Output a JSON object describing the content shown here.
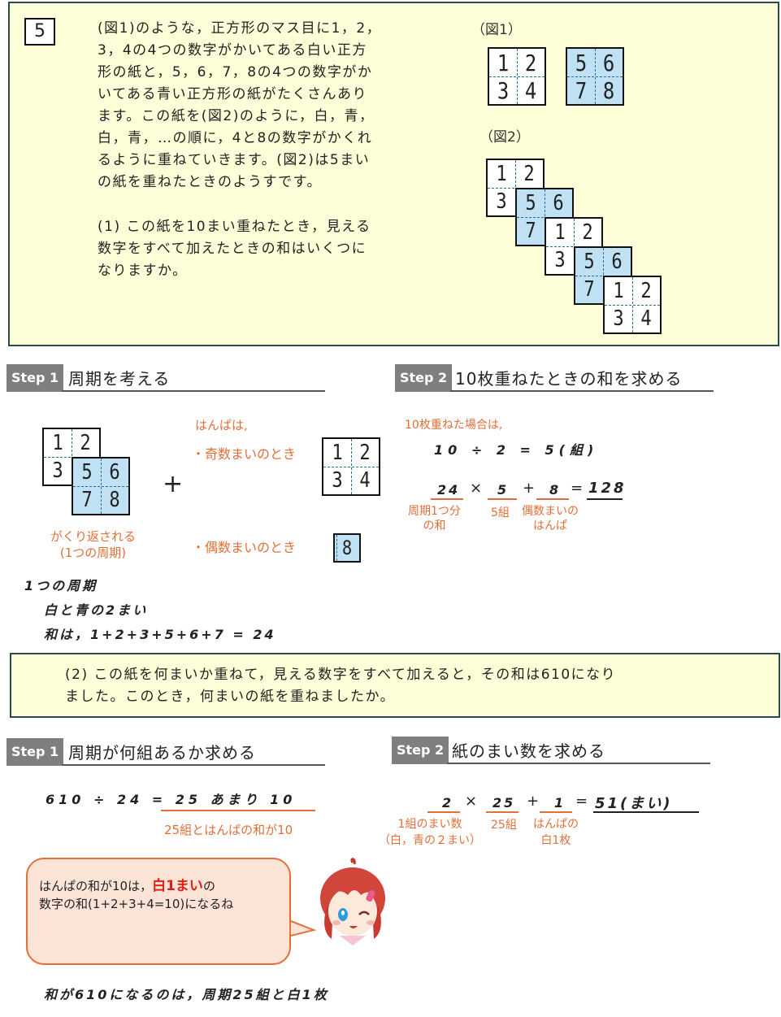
{
  "problem": {
    "number": "5",
    "text_lines": [
      "(図1)のような，正方形のマス目に1，2，",
      "3，4の4つの数字がかいてある白い正方",
      "形の紙と，5，6，7，8の4つの数字がか",
      "いてある青い正方形の紙がたくさんあり",
      "ます。この紙を(図2)のように，白，青，",
      "白，青，…の順に，4と8の数字がかくれ",
      "るように重ねていきます。(図2)は5まい",
      "の紙を重ねたときのようすです。"
    ],
    "q1_lines": [
      "(1) この紙を10まい重ねたとき，見える",
      "数字をすべて加えたときの和はいくつに",
      "なりますか。"
    ],
    "fig1_label": "（図1）",
    "fig2_label": "（図2）",
    "white_card": [
      "1",
      "2",
      "3",
      "4"
    ],
    "blue_card": [
      "5",
      "6",
      "7",
      "8"
    ]
  },
  "part1": {
    "step1": {
      "tag": "Step 1",
      "title": "周期を考える"
    },
    "step2": {
      "tag": "Step 2",
      "title": "10枚重ねたときの和を求める"
    },
    "plus": "+",
    "hanpa_label": "はんぱは,",
    "odd_label": "・奇数まいのとき",
    "even_label": "・偶数まいのとき",
    "repeat_label_1": "がくり返される",
    "repeat_label_2": "(1つの周期)",
    "period_line1": "1つの周期",
    "period_line2": "白と青の2まい",
    "period_line3": "和は，1+2+3+5+6+7 = 24",
    "ten_label": "10枚重ねた場合は,",
    "calc1": "10 ÷ 2 = 5(組)",
    "calc2": {
      "a": "24",
      "op1": "×",
      "b": "5",
      "op2": "+",
      "c": "8",
      "eq": "=",
      "result": "128"
    },
    "note_a_1": "周期1つ分",
    "note_a_2": "の和",
    "note_b": "5組",
    "note_c_1": "偶数まいの",
    "note_c_2": "はんぱ"
  },
  "q2": {
    "lines": [
      "(2) この紙を何まいか重ねて，見える数字をすべて加えると，その和は610になり",
      "ました。このとき，何まいの紙を重ねましたか。"
    ]
  },
  "part2": {
    "step1": {
      "tag": "Step 1",
      "title": "周期が何組あるか求める"
    },
    "step2": {
      "tag": "Step 2",
      "title": "紙のまい数を求める"
    },
    "calc1": "610 ÷ 24 = 25 あまり 10",
    "calc1_note": "25組とはんぱの和が10",
    "calc2": {
      "a": "2",
      "op1": "×",
      "b": "25",
      "op2": "+",
      "c": "1",
      "eq": "=",
      "result": "51(まい)"
    },
    "note_a_1": "1組のまい数",
    "note_a_2": "（白，青の２まい）",
    "note_b": "25組",
    "note_c_1": "はんぱの",
    "note_c_2": "白1枚",
    "bubble_pre": "はんぱの和が10は，",
    "bubble_red": "白1まい",
    "bubble_post": "の",
    "bubble_line2": "数字の和(1+2+3+4=10)になるね",
    "conclusion": "和が610になるのは，周期25組と白1枚"
  },
  "colors": {
    "accent_orange": "#e0703a",
    "red": "#e0201a",
    "blue_card": "#bfe1f3",
    "box_yellow": "#fefed8",
    "step_gray": "#7f7f7f"
  }
}
